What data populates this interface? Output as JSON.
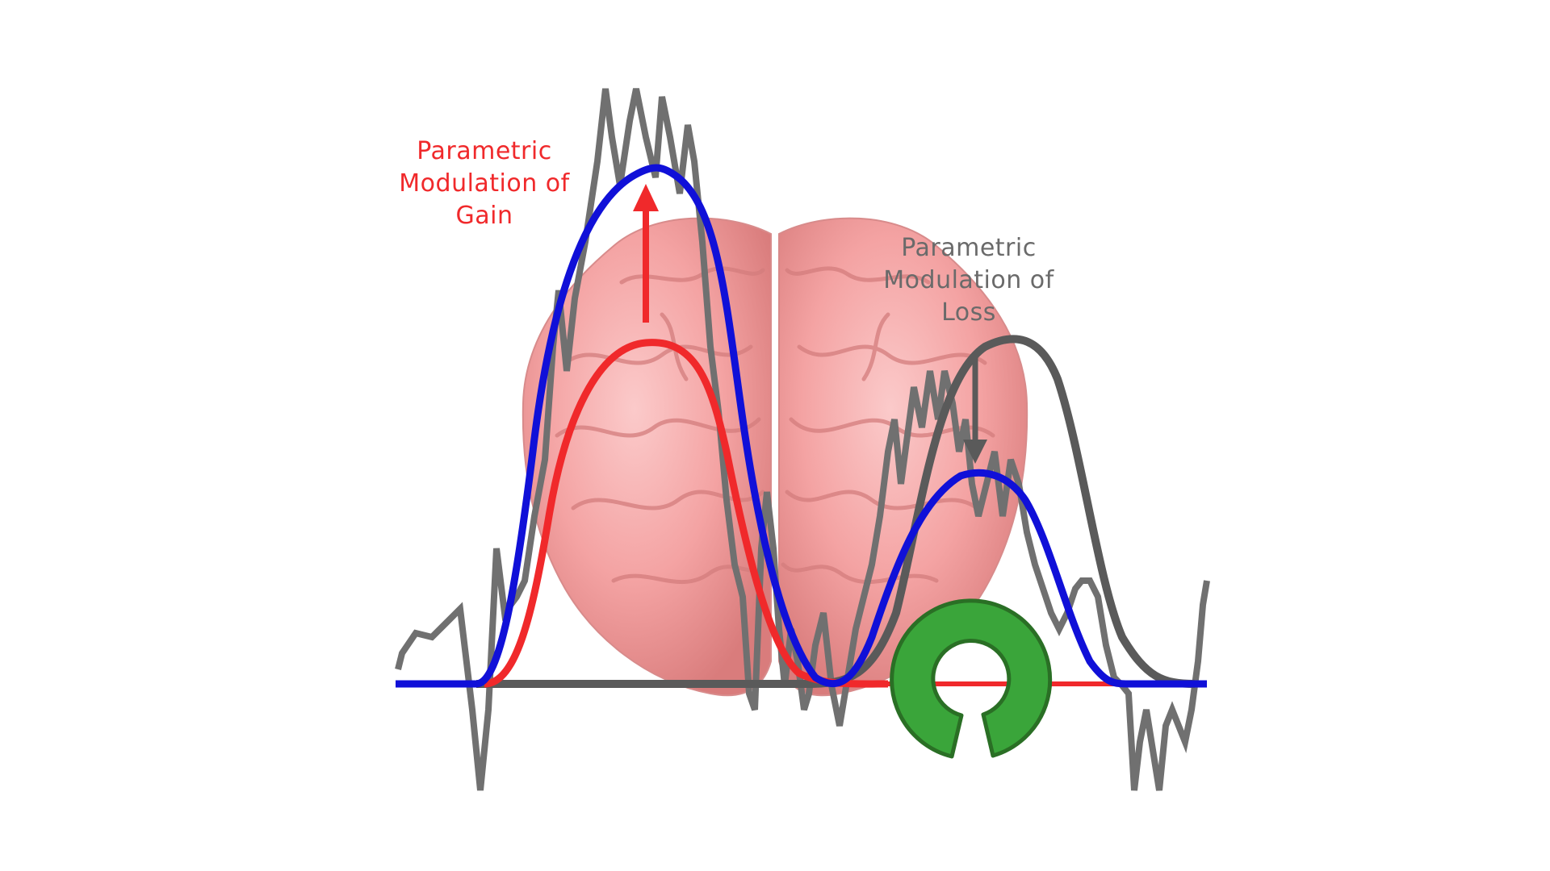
{
  "annotations": {
    "gain": {
      "lines": [
        "Parametric",
        "Modulation of",
        "Gain"
      ],
      "color": "#f0292b",
      "direction": "up"
    },
    "loss": {
      "lines": [
        "Parametric",
        "Modulation of",
        "Loss"
      ],
      "color": "#6a6a6a",
      "direction": "down"
    }
  },
  "series_colors": {
    "noisy_signal": "#6e6e6e",
    "gain_response": "#f0292b",
    "modulated_response": "#1010d8",
    "loss_response": "#5a5a5a"
  },
  "illustration": {
    "brain_color": "#f4a3a3",
    "logo_icon": "open-source-initiative-logo-icon",
    "logo_color": "#3aa53a"
  }
}
